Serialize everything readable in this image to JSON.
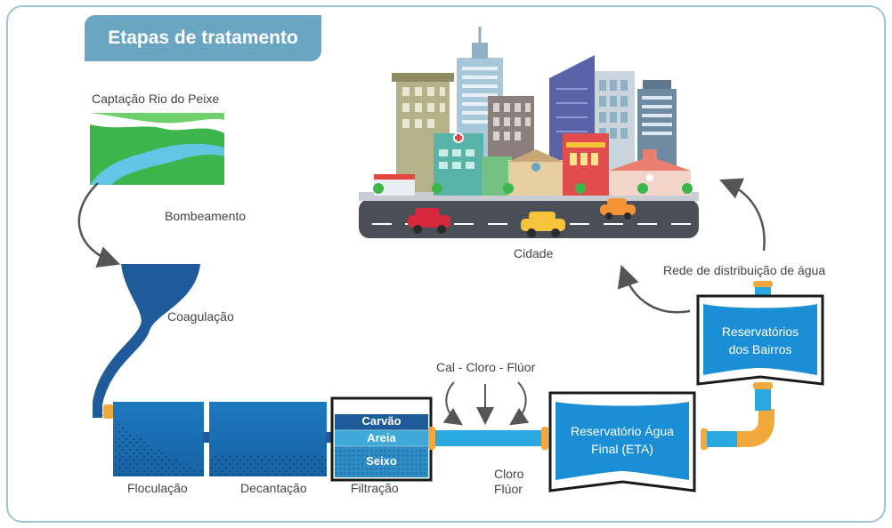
{
  "title": "Etapas de tratamento",
  "labels": {
    "captacao": "Captação Rio do Peixe",
    "bombeamento": "Bombeamento",
    "coagulacao": "Coagulação",
    "floculacao": "Floculação",
    "decantacao": "Decantação",
    "filtracao": "Filtração",
    "carvao": "Carvão",
    "areia": "Areia",
    "seixo": "Seixo",
    "chemicals": "Cal - Cloro - Flúor",
    "cloro": "Cloro",
    "fluor": "Flúor",
    "reservatorio_final_1": "Reservatório Água",
    "reservatorio_final_2": "Final (ETA)",
    "reservatorios_bairros_1": "Reservatórios",
    "reservatorios_bairros_2": "dos Bairros",
    "rede": "Rede de distribuição de água",
    "cidade": "Cidade"
  },
  "colors": {
    "frame": "#9dc4d4",
    "title_bg": "#6aa5c2",
    "water_dark": "#1f5b9a",
    "water_light": "#2aa8e0",
    "pipe_orange": "#f2a93b",
    "river_green": "#3cb54a",
    "river_blue": "#62c6e4",
    "arrow": "#555555"
  }
}
